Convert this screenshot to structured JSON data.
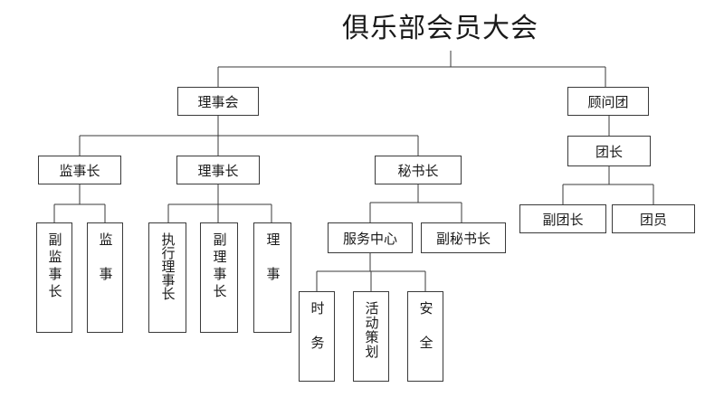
{
  "title": "俱乐部会员大会",
  "nodes": {
    "lishihui": "理事会",
    "guwentuan": "顾问团",
    "jianshizhang": "监事长",
    "lishizhang": "理事长",
    "mishuzhang": "秘书长",
    "tuanzhang": "团长",
    "fu_jianshizhang": "副监事长",
    "jianshi": "监　事",
    "zhixing_lishizhang": "执行理事长",
    "fu_lishizhang": "副理事长",
    "lishi": "理　事",
    "fuwu_zhongxin": "服务中心",
    "fu_mishuzhang": "副秘书长",
    "fu_tuanzhang": "副团长",
    "tuanyuan": "团员",
    "shiwu": "时　务",
    "huodong_cehua": "活动策划",
    "anquan": "安　全"
  },
  "colors": {
    "line": "#3a3a3a",
    "text": "#1a1a1a"
  }
}
